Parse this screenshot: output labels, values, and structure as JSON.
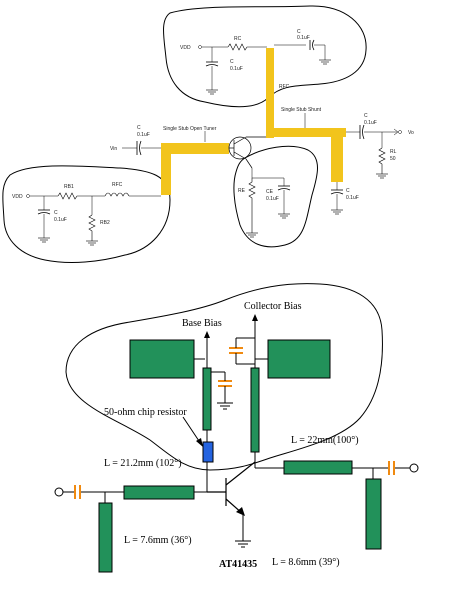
{
  "top": {
    "stub_open": "Single Stub Open Tuner",
    "stub_shunt": "Single Stub Shunt",
    "vdd1": "VDD",
    "vdd2": "VDD",
    "rc": "RC",
    "cc": "C",
    "cc_val": "0.1uF",
    "ctop": "C",
    "ctop_val": "0.1uF",
    "rf_choke_c": "RFC",
    "rb1": "RB1",
    "rb2": "RB2",
    "rfc_b": "RFC",
    "cb_in": "C",
    "cb_in_val": "0.1uF",
    "vin": "Vin",
    "re": "RE",
    "ce": "CE",
    "ce_val": "0.1uF",
    "cout": "C",
    "cout_val": "0.1uF",
    "cshunt": "C",
    "cshunt_val": "0.1uF",
    "cb_gnd": "C",
    "cb_gnd_val": "0.1uF",
    "rl": "RL",
    "rl_val": "50",
    "vout": "Vo"
  },
  "bottom": {
    "base_bias": "Base Bias",
    "collector_bias": "Collector  Bias",
    "chip_resistor": "50-ohm chip resistor",
    "l_base": "L = 21.2mm (102°)",
    "l_collector": "L = 22mm(100°)",
    "l_in_stub": "L = 7.6mm (36°)",
    "l_out_stub": "L = 8.6mm (39°)",
    "part": "AT41435"
  },
  "colors": {
    "microstrip_top": "#f2c41c",
    "microstrip_bottom": "#22915a",
    "capacitor": "#f08a10",
    "chip_resistor": "#2463e0"
  }
}
